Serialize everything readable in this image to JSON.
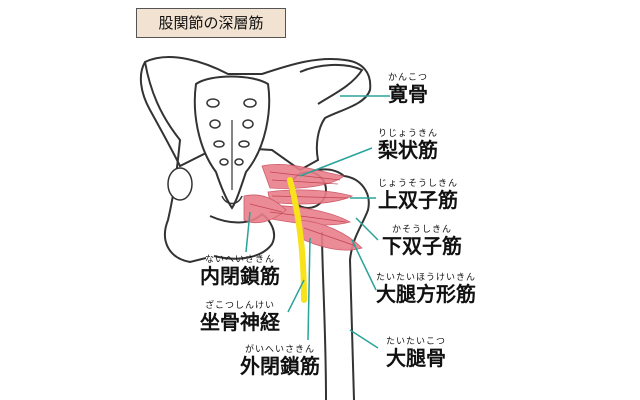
{
  "title": "股関節の深層筋",
  "labels": {
    "ilium": {
      "name": "寛骨",
      "reading": "かんこつ"
    },
    "piriformis": {
      "name": "梨状筋",
      "reading": "りじょうきん"
    },
    "sup_gemellus": {
      "name": "上双子筋",
      "reading": "じょうそうしきん"
    },
    "inf_gemellus": {
      "name": "下双子筋",
      "reading": "かそうしきん"
    },
    "quadratus": {
      "name": "大腿方形筋",
      "reading": "たいたいほうけいきん"
    },
    "femur": {
      "name": "大腿骨",
      "reading": "たいたいこつ"
    },
    "obt_int": {
      "name": "内閉鎖筋",
      "reading": "ないへいさきん"
    },
    "sciatic": {
      "name": "坐骨神経",
      "reading": "ざこつしんけい"
    },
    "obt_ext": {
      "name": "外閉鎖筋",
      "reading": "がいへいさきん"
    }
  },
  "colors": {
    "muscle": "#e87f8a",
    "nerve": "#f7e21b",
    "leader": "#2aa39a",
    "title_bg": "#f1e2d2"
  }
}
